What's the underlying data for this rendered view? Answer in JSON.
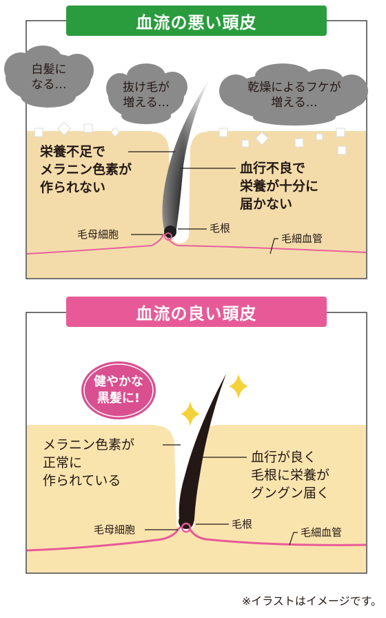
{
  "bad": {
    "title": "血流の悪い頭皮",
    "title_color": "#2a9c3e",
    "clouds": [
      {
        "line1": "白髪に",
        "line2": "なる…"
      },
      {
        "line1": "抜け毛が",
        "line2": "増える…"
      },
      {
        "line1": "乾燥によるフケが",
        "line2": "増える…"
      }
    ],
    "left_label": [
      "栄養不足で",
      "メラニン色素が",
      "作られない"
    ],
    "right_label": [
      "血行不良で",
      "栄養が十分に",
      "届かない"
    ],
    "hair_bulb": "毛母細胞",
    "hair_root": "毛根",
    "capillary": "毛細血管"
  },
  "good": {
    "title": "血流の良い頭皮",
    "title_color": "#e75a97",
    "badge": {
      "line1": "健やかな",
      "line2": "黒髪に!"
    },
    "left_label": [
      "メラニン色素が",
      "正常に",
      "作られている"
    ],
    "right_label": [
      "血行が良く",
      "毛根に栄養が",
      "グングン届く"
    ],
    "hair_bulb": "毛母細胞",
    "hair_root": "毛根",
    "capillary": "毛細血管"
  },
  "footnote": "※イラストはイメージです。",
  "colors": {
    "scalp_bad": "#f3dcaa",
    "scalp_good": "#fae4ae",
    "vessel": "#e8609c",
    "cloud": "#8a8a8a",
    "sparkle": "#f4d23a"
  }
}
